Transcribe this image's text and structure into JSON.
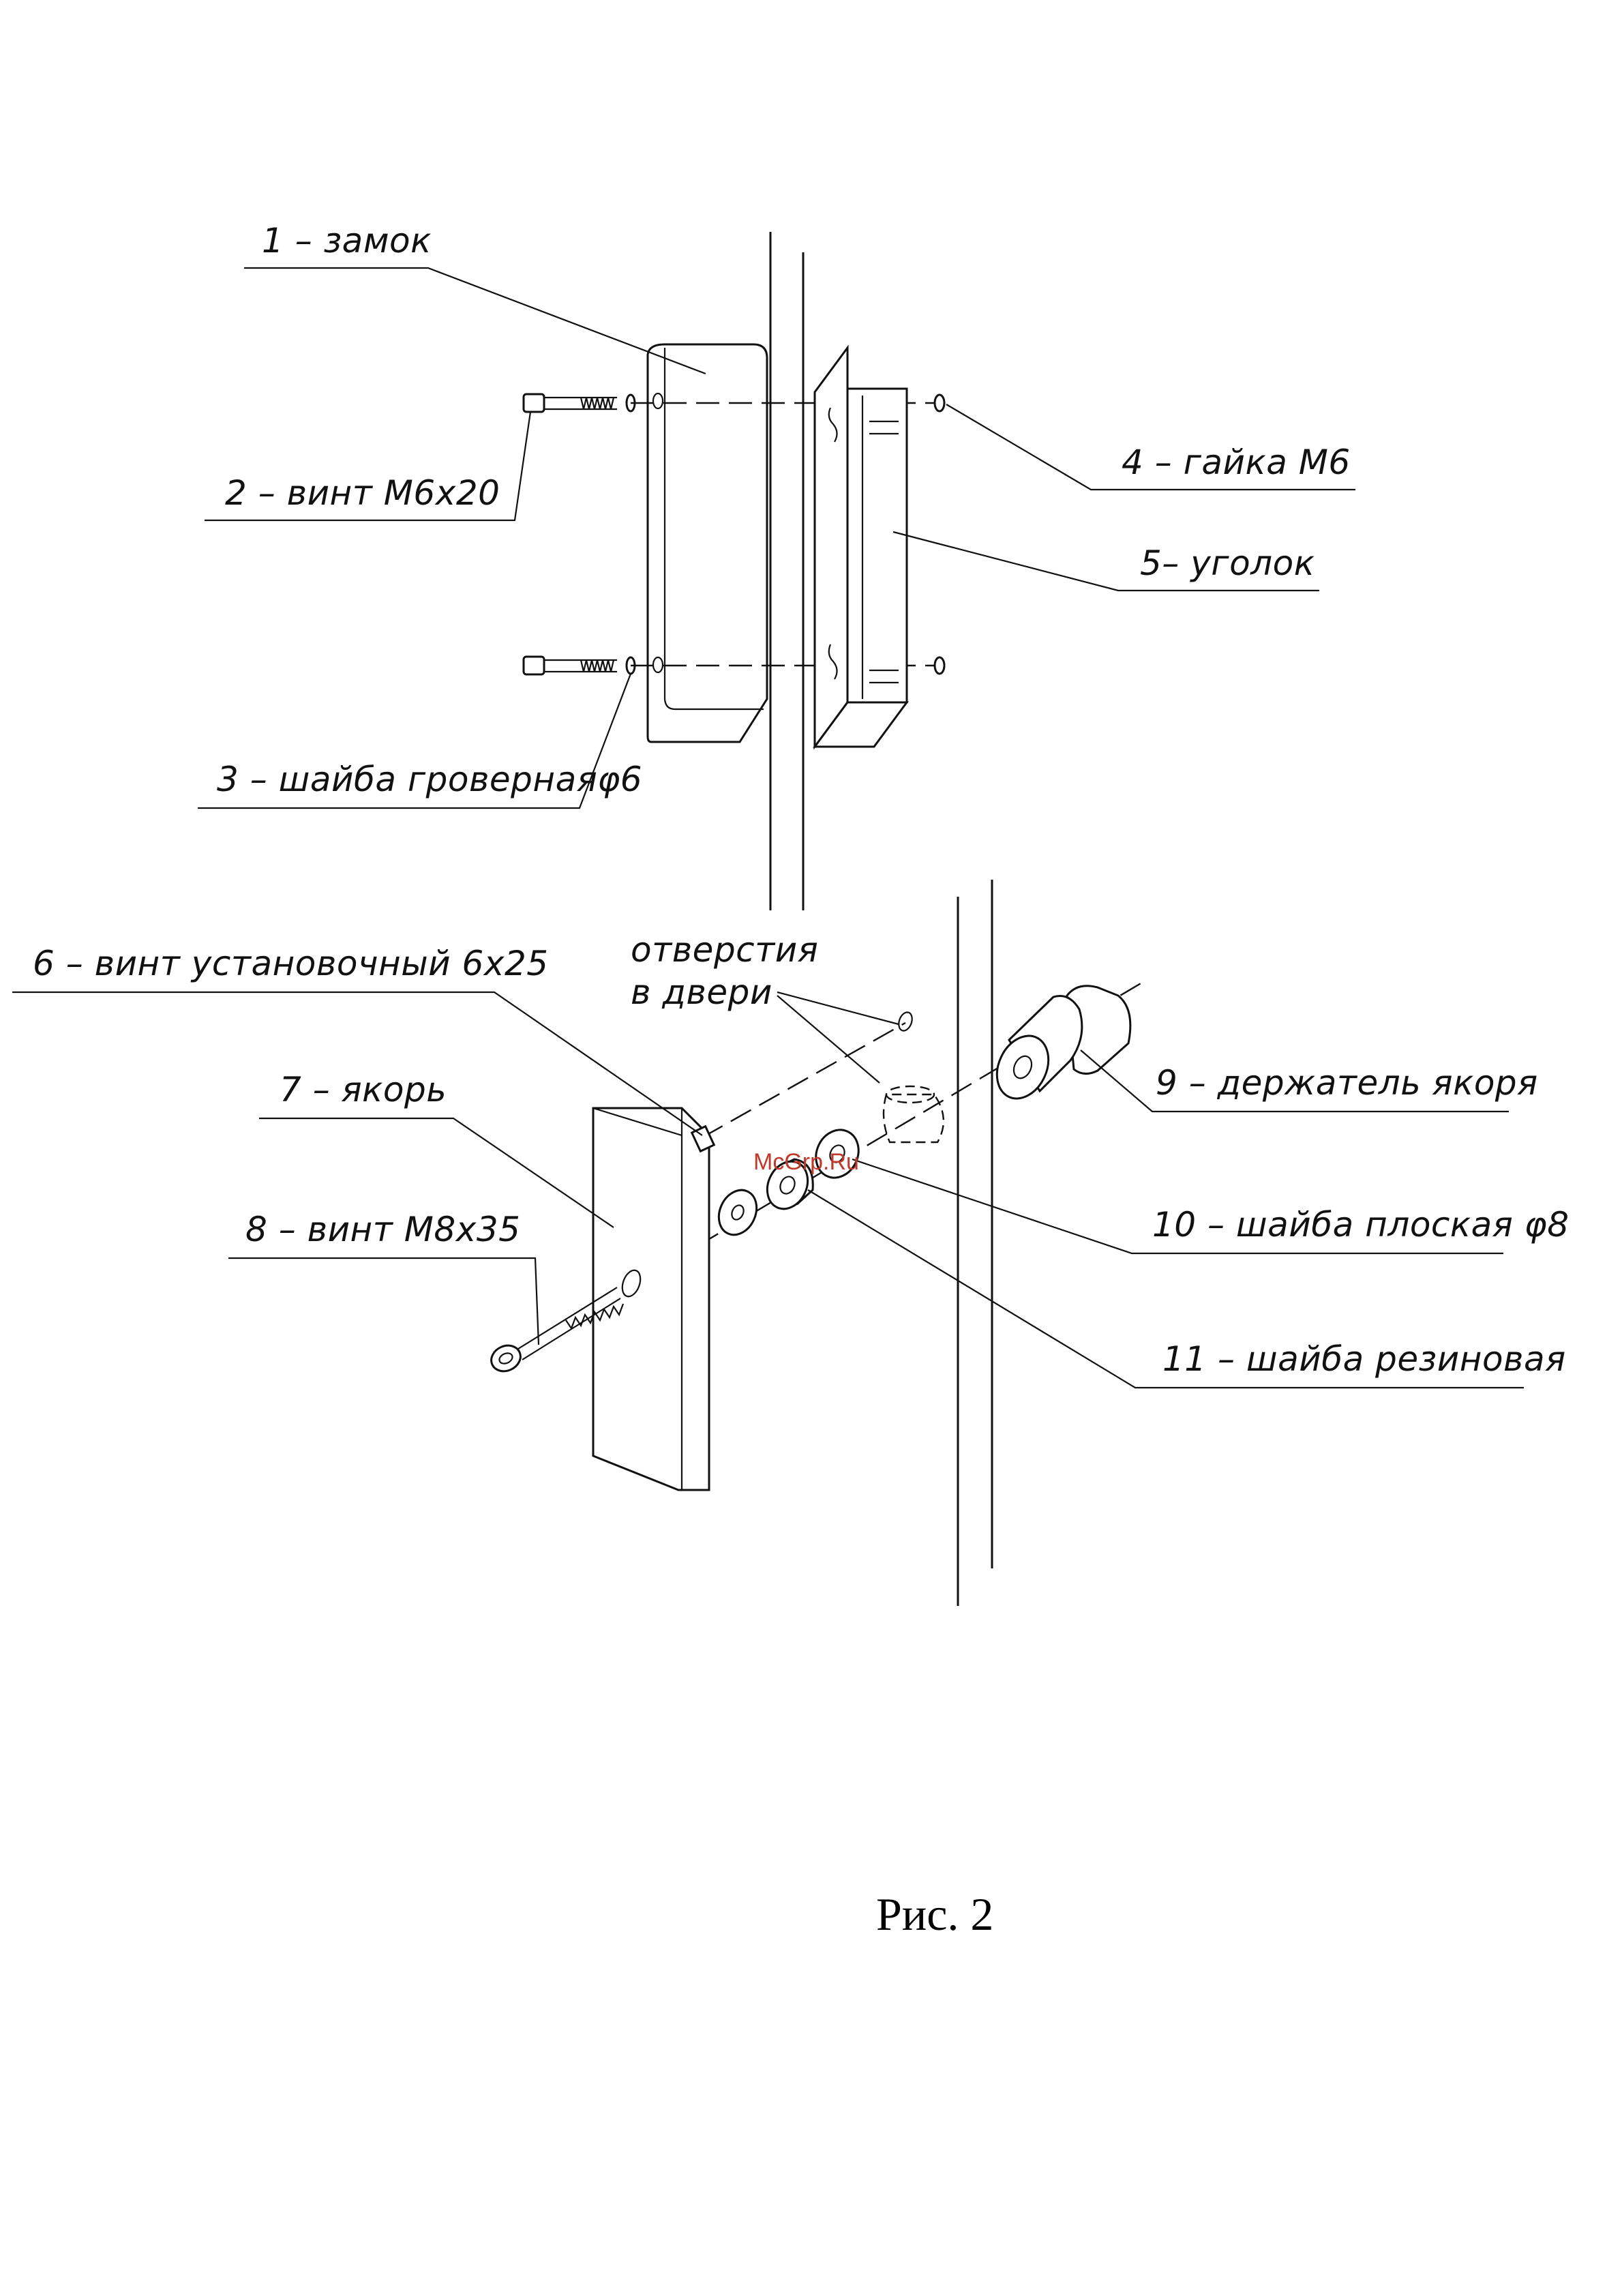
{
  "labels": {
    "l1": "1 – замок",
    "l2": "2 – винт М6х20",
    "l3": "3 – шайба гровернаяφ6",
    "l4": "4 – гайка М6",
    "l5": "5– уголок",
    "l6": "6 – винт установочный 6х25",
    "holes_line1": "отверстия",
    "holes_line2": "в двери",
    "l7": "7 – якорь",
    "l8": "8 – винт М8х35",
    "l9": "9 – держатель якоря",
    "l10": "10 – шайба плоская φ8",
    "l11": "11 – шайба резиновая"
  },
  "watermark": "McGrp.Ru",
  "caption": "Рис. 2",
  "colors": {
    "watermark": "#c0392b",
    "ink": "#111111"
  }
}
